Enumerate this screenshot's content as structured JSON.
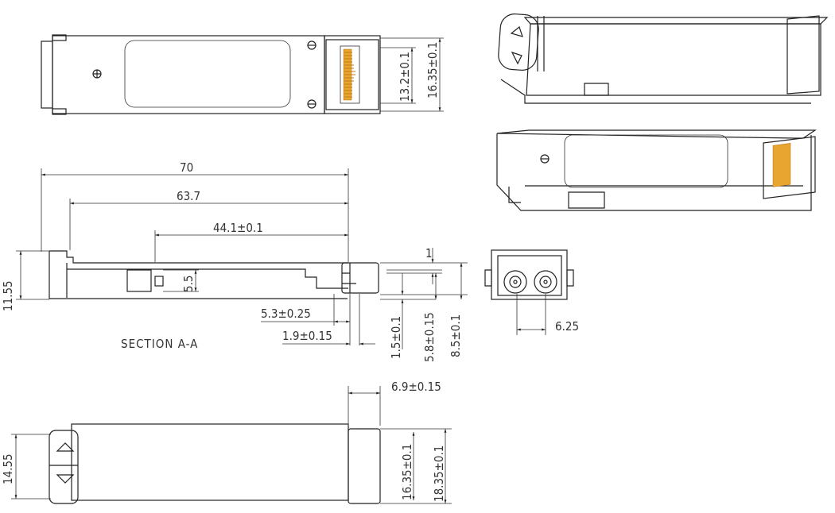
{
  "top_view": {
    "dim_pcb": "13.2±0.1",
    "dim_width": "16.35±0.1"
  },
  "section_view": {
    "title": "SECTION  A-A",
    "dim_length": "70",
    "dim_63": "63.7",
    "dim_44": "44.1±0.1",
    "dim_height": "11.55",
    "dim_5_5": "5.5",
    "dim_5_3": "5.3±0.25",
    "dim_1_9": "1.9±0.15",
    "dim_1": "1",
    "dim_1_5": "1.5±0.1",
    "dim_5_8": "5.8±0.15",
    "dim_8_5": "8.5±0.1"
  },
  "end_view": {
    "dim_pitch": "6.25"
  },
  "bottom_view": {
    "dim_width": "14.55",
    "dim_6_9": "6.9±0.15",
    "dim_16_35": "16.35±0.1",
    "dim_18_35": "18.35±0.1"
  },
  "colors": {
    "line": "#222222",
    "contacts": "#e8a530"
  }
}
